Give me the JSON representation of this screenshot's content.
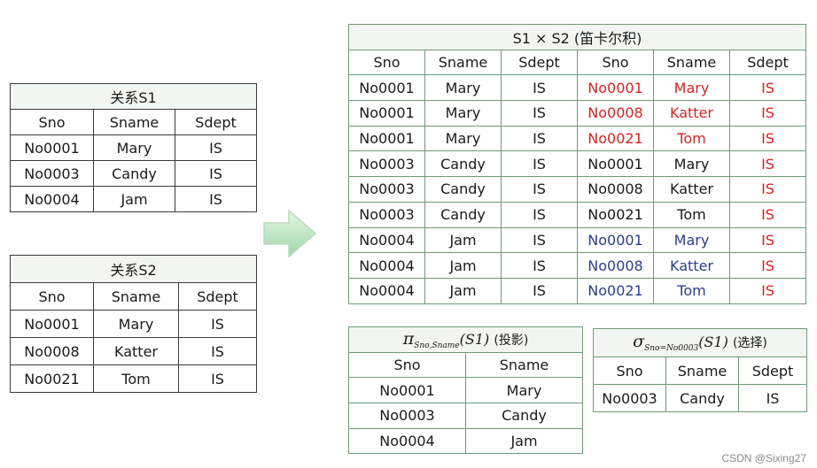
{
  "s1": {
    "title": "关系S1",
    "headers": [
      "Sno",
      "Sname",
      "Sdept"
    ],
    "rows": [
      [
        "No0001",
        "Mary",
        "IS"
      ],
      [
        "No0003",
        "Candy",
        "IS"
      ],
      [
        "No0004",
        "Jam",
        "IS"
      ]
    ]
  },
  "s2": {
    "title": "关系S2",
    "headers": [
      "Sno",
      "Sname",
      "Sdept"
    ],
    "rows": [
      [
        "No0001",
        "Mary",
        "IS"
      ],
      [
        "No0008",
        "Katter",
        "IS"
      ],
      [
        "No0021",
        "Tom",
        "IS"
      ]
    ]
  },
  "product": {
    "title": "S1 × S2 (笛卡尔积)",
    "headers": [
      "Sno",
      "Sname",
      "Sdept",
      "Sno",
      "Sname",
      "Sdept"
    ],
    "rows": [
      [
        "No0001",
        "Mary",
        "IS",
        "No0001",
        "Mary",
        "IS"
      ],
      [
        "No0001",
        "Mary",
        "IS",
        "No0008",
        "Katter",
        "IS"
      ],
      [
        "No0001",
        "Mary",
        "IS",
        "No0021",
        "Tom",
        "IS"
      ],
      [
        "No0003",
        "Candy",
        "IS",
        "No0001",
        "Mary",
        "IS"
      ],
      [
        "No0003",
        "Candy",
        "IS",
        "No0008",
        "Katter",
        "IS"
      ],
      [
        "No0003",
        "Candy",
        "IS",
        "No0021",
        "Tom",
        "IS"
      ],
      [
        "No0004",
        "Jam",
        "IS",
        "No0001",
        "Mary",
        "IS"
      ],
      [
        "No0004",
        "Jam",
        "IS",
        "No0008",
        "Katter",
        "IS"
      ],
      [
        "No0004",
        "Jam",
        "IS",
        "No0021",
        "Tom",
        "IS"
      ]
    ],
    "right_half_colors": [
      "#d42424",
      "#d42424",
      "#d42424",
      "#1a1a1a",
      "#1a1a1a",
      "#1a1a1a",
      "#2b3e8a",
      "#2b3e8a",
      "#2b3e8a"
    ],
    "sdept_color": "#d42424"
  },
  "projection": {
    "symbol": "π",
    "subscript": "Sno,Sname",
    "operand": "(S1)",
    "note": "(投影)",
    "headers": [
      "Sno",
      "Sname"
    ],
    "rows": [
      [
        "No0001",
        "Mary"
      ],
      [
        "No0003",
        "Candy"
      ],
      [
        "No0004",
        "Jam"
      ]
    ]
  },
  "selection": {
    "symbol": "σ",
    "subscript": "Sno=No0003",
    "operand": "(S1)",
    "note": "(选择)",
    "headers": [
      "Sno",
      "Sname",
      "Sdept"
    ],
    "rows": [
      [
        "No0003",
        "Candy",
        "IS"
      ]
    ]
  },
  "arrow_icon": "right-arrow-icon",
  "watermark": "CSDN @Sixing27"
}
